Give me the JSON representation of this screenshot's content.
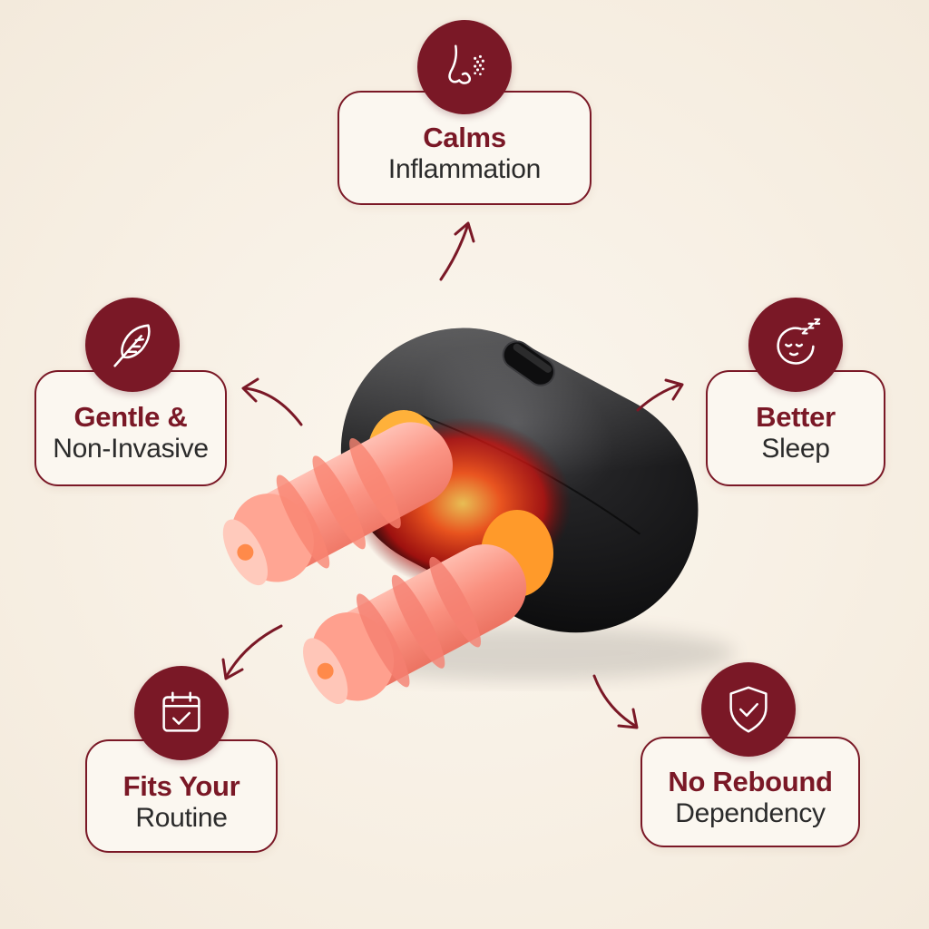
{
  "colors": {
    "accent": "#7a1826",
    "background": "#f8f1e6",
    "card_bg": "#fbf7f0",
    "text_dark": "#2b2b2b",
    "device_body": "#1c1c1e",
    "tip_pink": "#f99a8c",
    "led_glow": "#ff5a1f"
  },
  "features": {
    "calms": {
      "title": "Calms",
      "sub": "Inflammation",
      "icon": "nose-icon"
    },
    "gentle": {
      "title": "Gentle &",
      "sub": "Non-Invasive",
      "icon": "feather-icon"
    },
    "sleep": {
      "title": "Better",
      "sub": "Sleep",
      "icon": "sleeping-face-icon"
    },
    "routine": {
      "title": "Fits Your",
      "sub": "Routine",
      "icon": "calendar-check-icon"
    },
    "rebound": {
      "title": "No Rebound",
      "sub": "Dependency",
      "icon": "shield-check-icon"
    }
  }
}
